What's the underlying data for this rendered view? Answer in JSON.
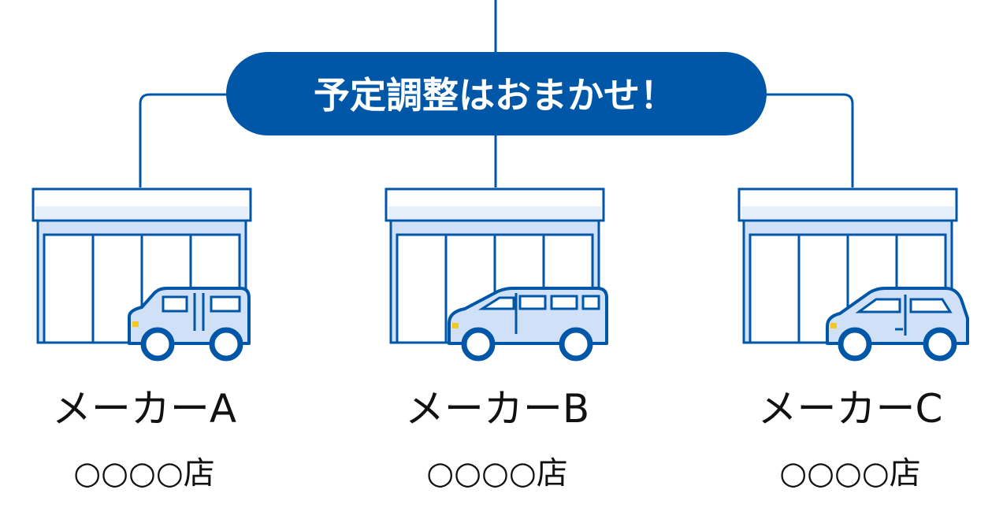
{
  "colors": {
    "primary": "#0057a8",
    "light_fill": "#cfe0f7",
    "roof_fill": "#e6eefa",
    "headlight": "#f2c81a",
    "text": "#111111",
    "background": "#ffffff"
  },
  "hub": {
    "label": "予定調整はおまかせ！"
  },
  "dealers": [
    {
      "maker": "メーカーA",
      "store": "○○○○店",
      "vehicle": "van-icon"
    },
    {
      "maker": "メーカーB",
      "store": "○○○○店",
      "vehicle": "minivan-icon"
    },
    {
      "maker": "メーカーC",
      "store": "○○○○店",
      "vehicle": "hatchback-icon"
    }
  ]
}
